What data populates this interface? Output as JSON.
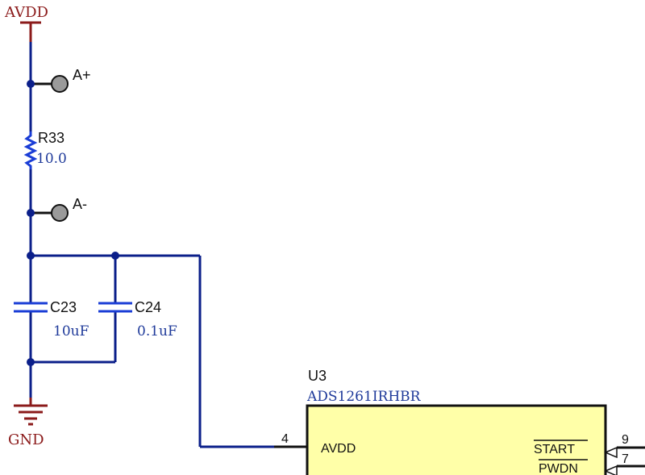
{
  "power": {
    "label": "AVDD"
  },
  "ground": {
    "label": "GND"
  },
  "testpoints": [
    {
      "label": "A+"
    },
    {
      "label": "A-"
    }
  ],
  "resistor": {
    "ref": "R33",
    "value": "10.0"
  },
  "capacitors": [
    {
      "ref": "C23",
      "value": "10uF"
    },
    {
      "ref": "C24",
      "value": "0.1uF"
    }
  ],
  "chip": {
    "ref": "U3",
    "part": "ADS1261IRHBR",
    "pins": [
      {
        "number": "4",
        "name": "AVDD"
      },
      {
        "number": "9",
        "name": "START"
      },
      {
        "number": "7",
        "name": "PWDN"
      }
    ]
  },
  "colors": {
    "wire": "#0b1f8a",
    "power": "#8b1a1a",
    "component": "#1a3dd6",
    "chip_fill": "#ffffa8",
    "testpoint": "#9a9a9a"
  }
}
